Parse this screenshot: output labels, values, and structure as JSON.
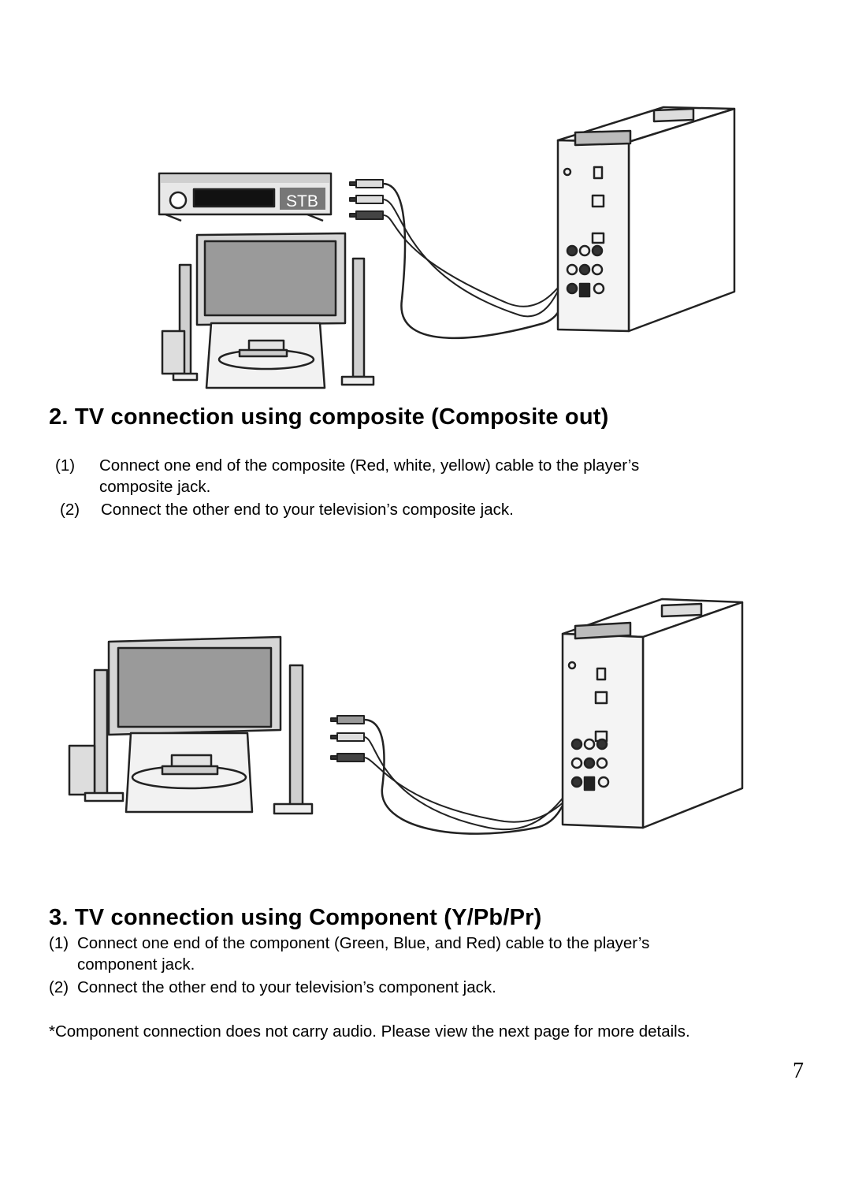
{
  "figure1": {
    "stb_label": "STB"
  },
  "section2": {
    "heading": "2. TV connection using composite (Composite out)",
    "steps": [
      {
        "num": "(1)",
        "text_line1": "Connect one end of the composite (Red, white, yellow) cable to the player’s",
        "text_line2": "composite jack."
      },
      {
        "num": "(2)",
        "text_line1": "Connect the other end to your television’s composite jack."
      }
    ]
  },
  "section3": {
    "heading": "3. TV connection using Component (Y/Pb/Pr)",
    "steps": [
      {
        "num": "(1)",
        "text_line1": "Connect one end of the component (Green, Blue, and Red) cable to the player’s",
        "text_line2": "component jack."
      },
      {
        "num": "(2)",
        "text_line1": "Connect the other end to your television’s component jack."
      }
    ],
    "note": "*Component connection does not carry audio. Please view the next page for more details."
  },
  "page_number": "7"
}
